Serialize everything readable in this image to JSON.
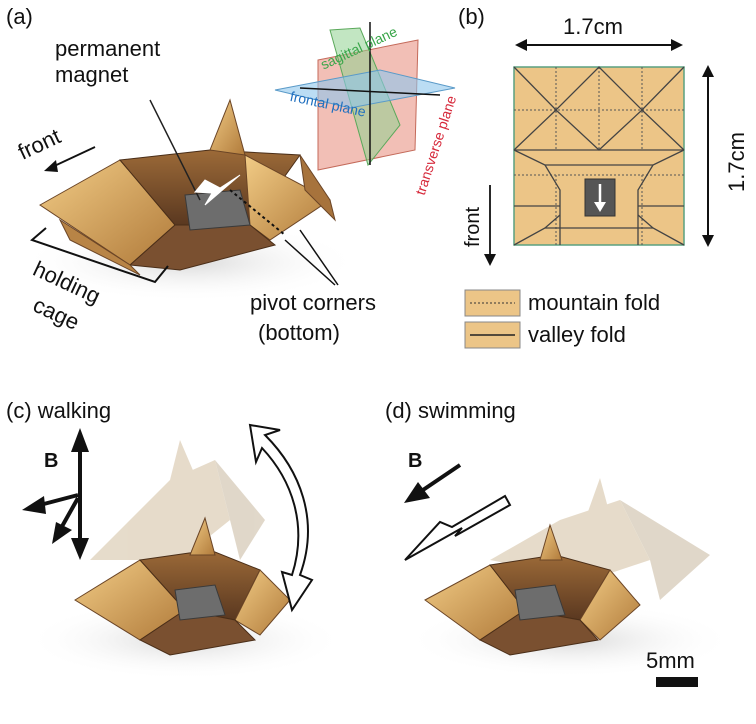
{
  "panel_a": {
    "letter": "(a)",
    "magnet_label_1": "permanent",
    "magnet_label_2": "magnet",
    "front_label": "front",
    "cage_label_1": "holding",
    "cage_label_2": "cage",
    "pivot_label_1": "pivot corners",
    "pivot_label_2": "(bottom)",
    "planes": {
      "sagittal": "sagittal plane",
      "frontal": "frontal plane",
      "transverse": "transverse plane"
    }
  },
  "panel_b": {
    "letter": "(b)",
    "width_label": "1.7cm",
    "height_label": "1.7cm",
    "front_label": "front",
    "legend": {
      "mountain": "mountain fold",
      "valley": "valley fold"
    }
  },
  "panel_c": {
    "letter": "(c) walking",
    "field_label": "B"
  },
  "panel_d": {
    "letter": "(d) swimming",
    "field_label": "B",
    "scale_label": "5mm"
  },
  "colors": {
    "origami_gold": "#e3b877",
    "origami_dark": "#6b4526",
    "magnet_grey": "#5a5a5a",
    "sagittal_green": "#3aa64a",
    "frontal_blue": "#1f6fbf",
    "transverse_red": "#d6283a"
  }
}
